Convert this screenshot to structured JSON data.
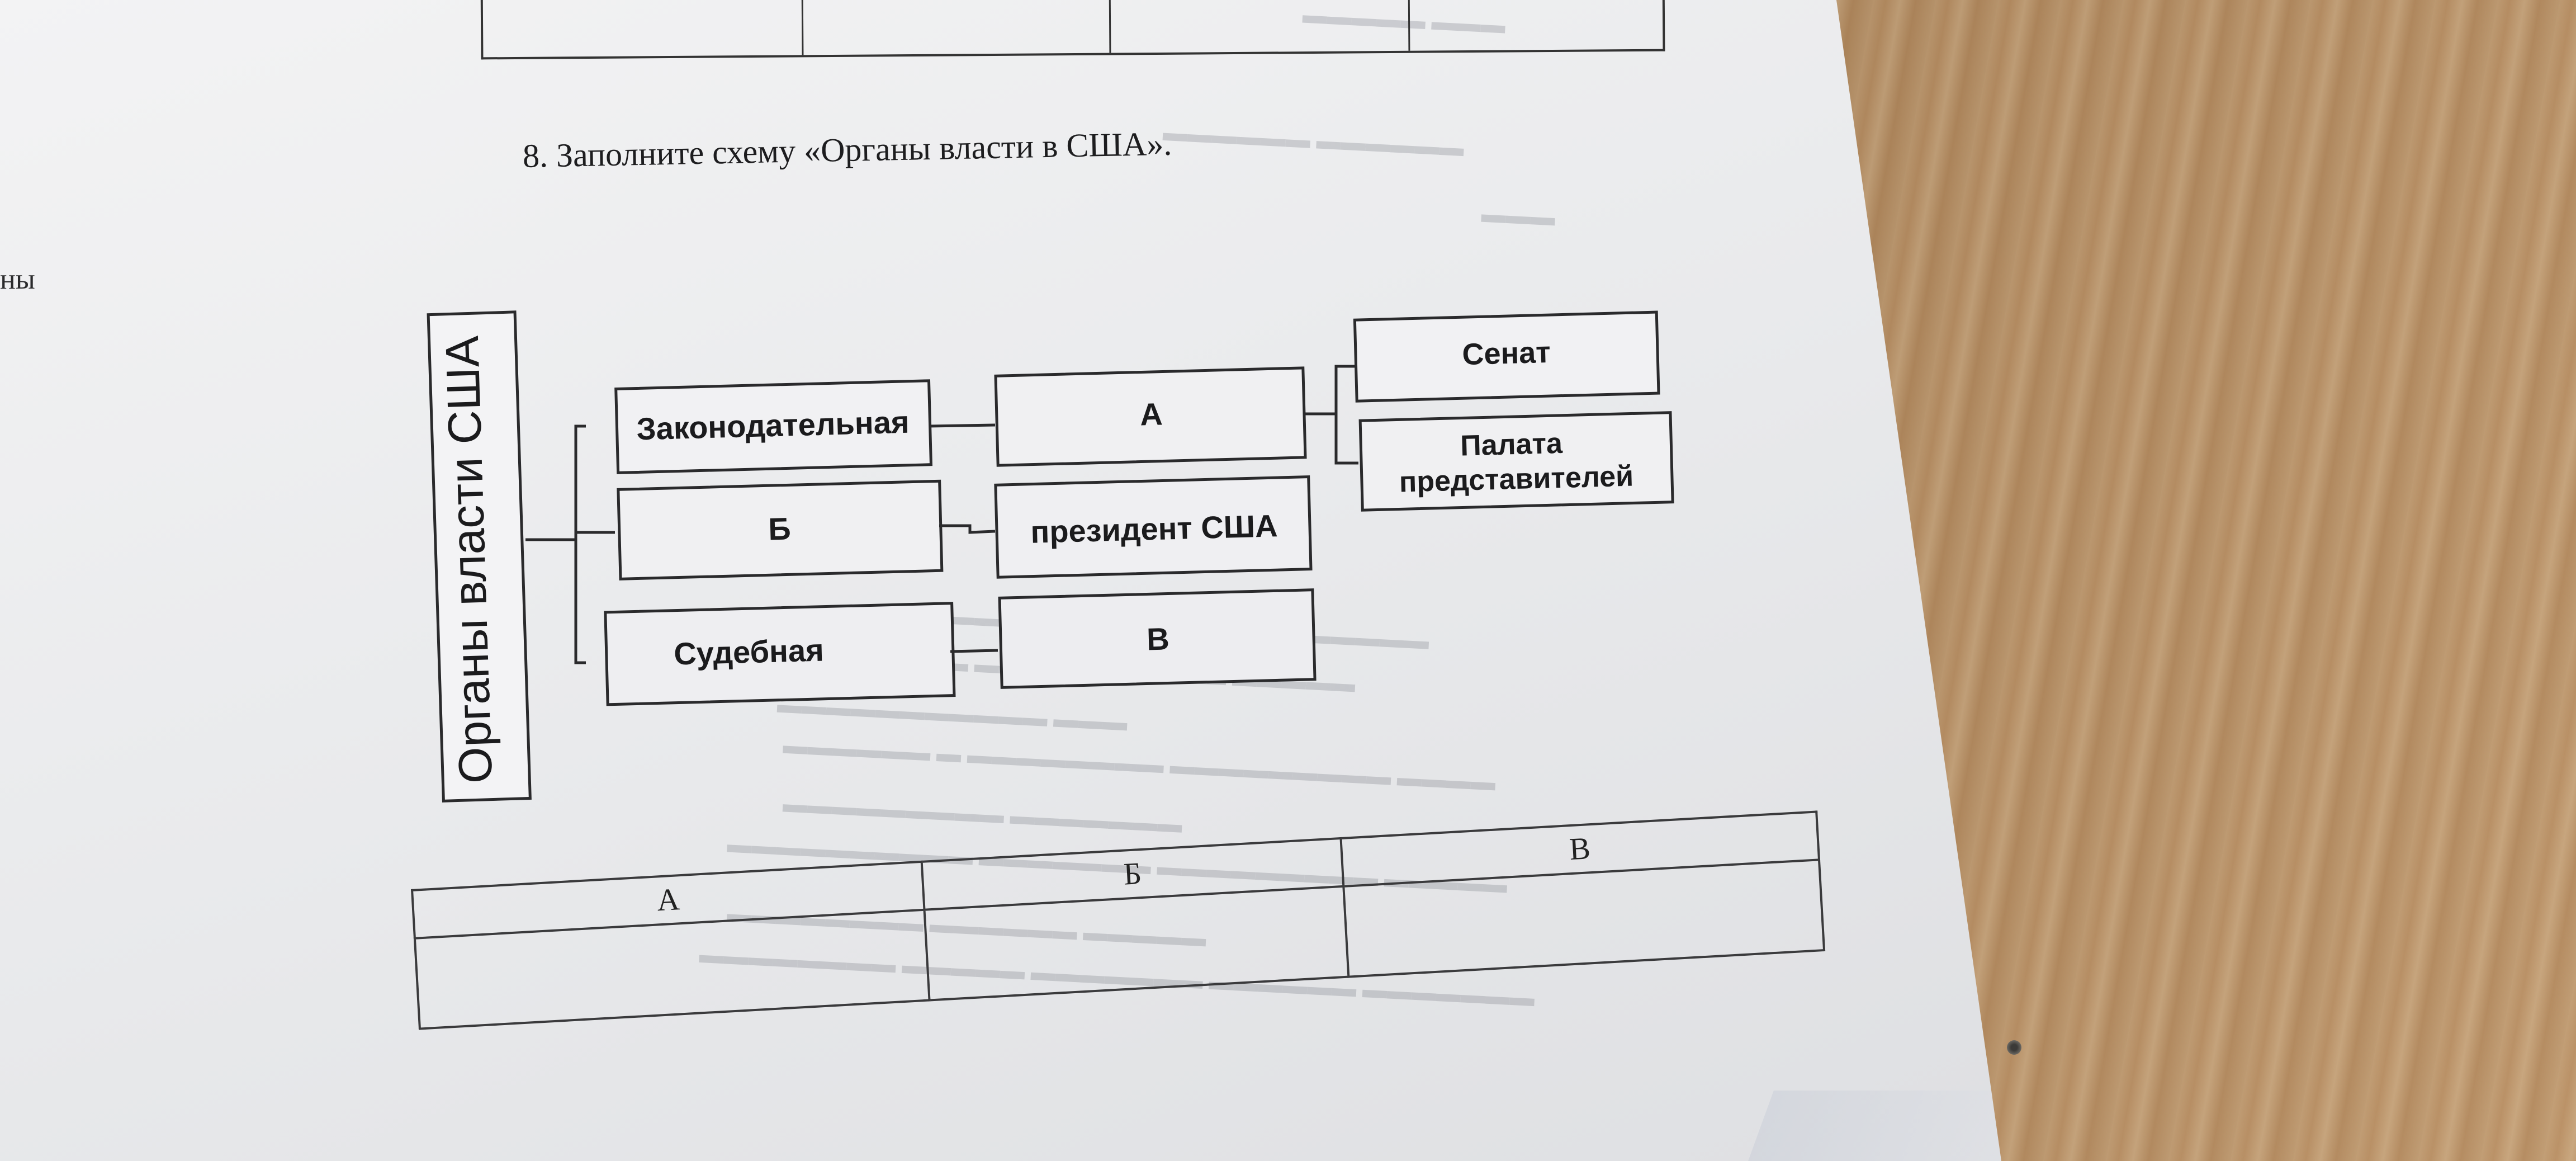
{
  "page": {
    "task_heading": "8.  Заполните схему «Органы власти в США».",
    "margin_fragment": "ны"
  },
  "diagram": {
    "root_label": "Органы власти США",
    "branches": [
      {
        "label": "Законодательная",
        "target": "А"
      },
      {
        "label": "Б",
        "target": "президент США"
      },
      {
        "label": "Судебная",
        "target": "В"
      }
    ],
    "chambers": [
      "Сенат",
      "Палата представителей"
    ]
  },
  "answer_table": {
    "headers": [
      "А",
      "Б",
      "В"
    ]
  },
  "colors": {
    "paper": "#ececee",
    "ink": "#1d1d1f",
    "wood": "#bd9669"
  }
}
